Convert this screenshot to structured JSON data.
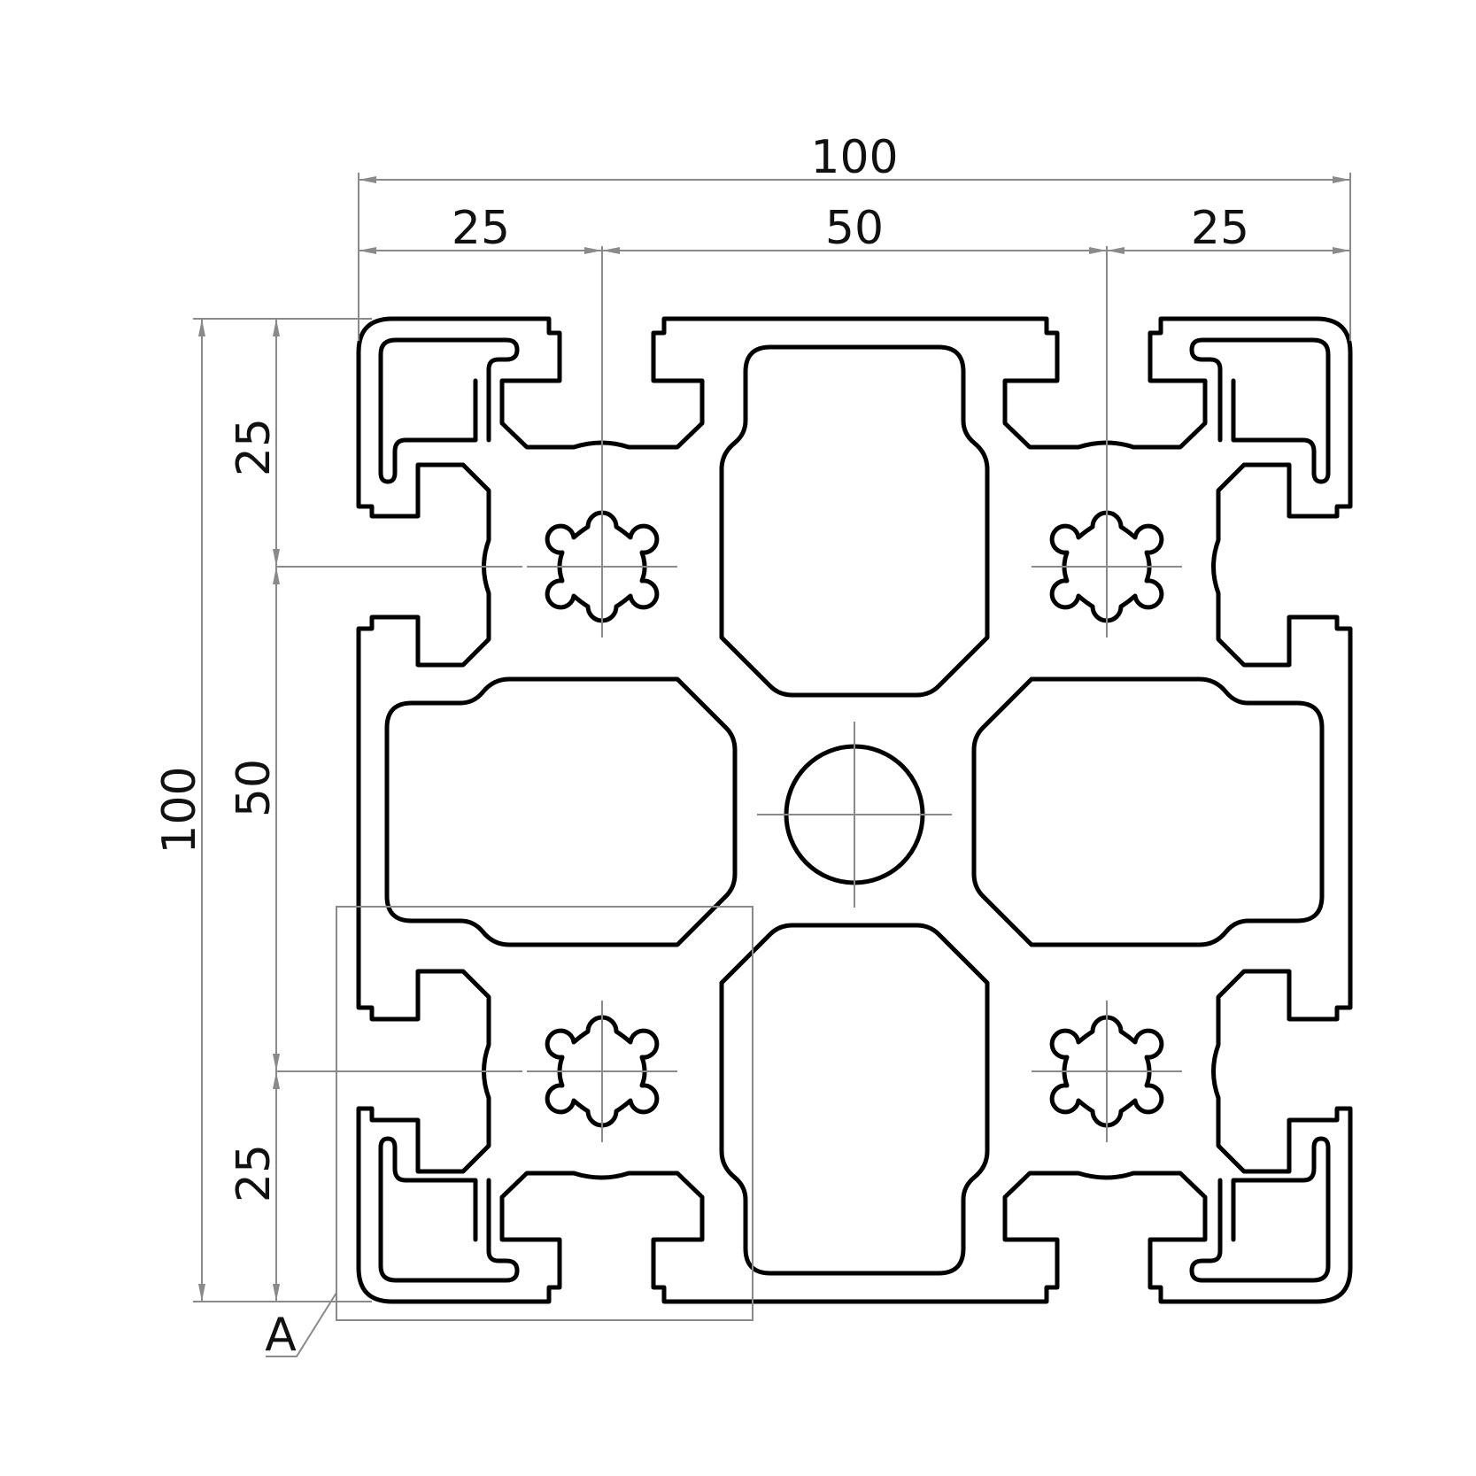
{
  "dimensions": {
    "top_total": "100",
    "top_left": "25",
    "top_middle": "50",
    "top_right": "25",
    "left_total": "100",
    "left_upper": "25",
    "left_middle": "50",
    "left_lower": "25"
  },
  "detail_label": "A",
  "colors": {
    "outline": "#000000",
    "dimension_lines": "#8a8a8a",
    "background": "#ffffff"
  }
}
